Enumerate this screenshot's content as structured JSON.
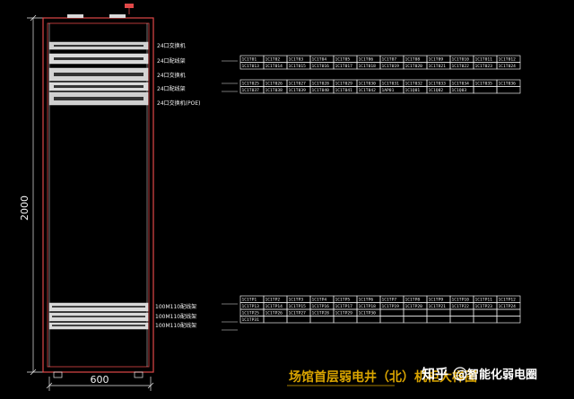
{
  "drawing": {
    "title": "场馆首层弱电井（北）机柜大样图",
    "width_dimension": "600",
    "height_dimension": "2000",
    "watermark": {
      "zhihu": "知乎",
      "account": "@智能化弱电圈"
    }
  },
  "colors": {
    "background": "#000000",
    "cabinet_frame": "#e04848",
    "panel_fill": "#d9d9d9",
    "linework": "#e8e8e8",
    "title": "#d9a400"
  },
  "equipment_labels": [
    "24口交换机",
    "24口配线架",
    "24口交换机",
    "24口配线架",
    "24口交换机(POE)",
    "100M110配线架",
    "100M110配线架",
    "100M110配线架"
  ],
  "port_tables": [
    {
      "rows": [
        [
          "1C1T01",
          "1C1T02",
          "1C1T03",
          "1C1T04",
          "1C1T05",
          "1C1T06",
          "1C1T07",
          "1C1T08",
          "1C1T09",
          "1C1T010",
          "1C1T011",
          "1C1T012"
        ],
        [
          "1C1T013",
          "1C1T014",
          "1C1T015",
          "1C1T016",
          "1C1T017",
          "1C1T018",
          "1C1T019",
          "1C1T020",
          "1C1T021",
          "1C1T022",
          "1C1T023",
          "1C1T024"
        ]
      ]
    },
    {
      "rows": [
        [
          "1C1T025",
          "1C1T026",
          "1C1T027",
          "1C1T028",
          "1C1T029",
          "1C1T030",
          "1C1T031",
          "1C1T032",
          "1C1T033",
          "1C1T034",
          "1C1T035",
          "1C1T036"
        ],
        [
          "1C1T037",
          "1C1T038",
          "1C1T039",
          "1C1T040",
          "1C1T041",
          "1C1T042",
          "1AP01",
          "1C1Q01",
          "1C1Q02",
          "1C1Q03",
          "",
          ""
        ]
      ]
    },
    {
      "rows": [
        [
          "1C1TP1",
          "1C1TP2",
          "1C1TP3",
          "1C1TP4",
          "1C1TP5",
          "1C1TP6",
          "1C1TP7",
          "1C1TP8",
          "1C1TP9",
          "1C1TP10",
          "1C1TP11",
          "1C1TP12"
        ],
        [
          "1C1TP13",
          "1C1TP14",
          "1C1TP15",
          "1C1TP16",
          "1C1TP17",
          "1C1TP18",
          "1C1TP19",
          "1C1TP20",
          "1C1TP21",
          "1C1TP22",
          "1C1TP23",
          "1C1TP24"
        ],
        [
          "1C1TP25",
          "1C1TP26",
          "1C1TP27",
          "1C1TP28",
          "1C1TP29",
          "1C1TP30",
          "",
          "",
          "",
          "",
          "",
          ""
        ],
        [
          "1C1TP31",
          "",
          "",
          "",
          "",
          "",
          "",
          "",
          "",
          "",
          "",
          ""
        ]
      ]
    }
  ]
}
